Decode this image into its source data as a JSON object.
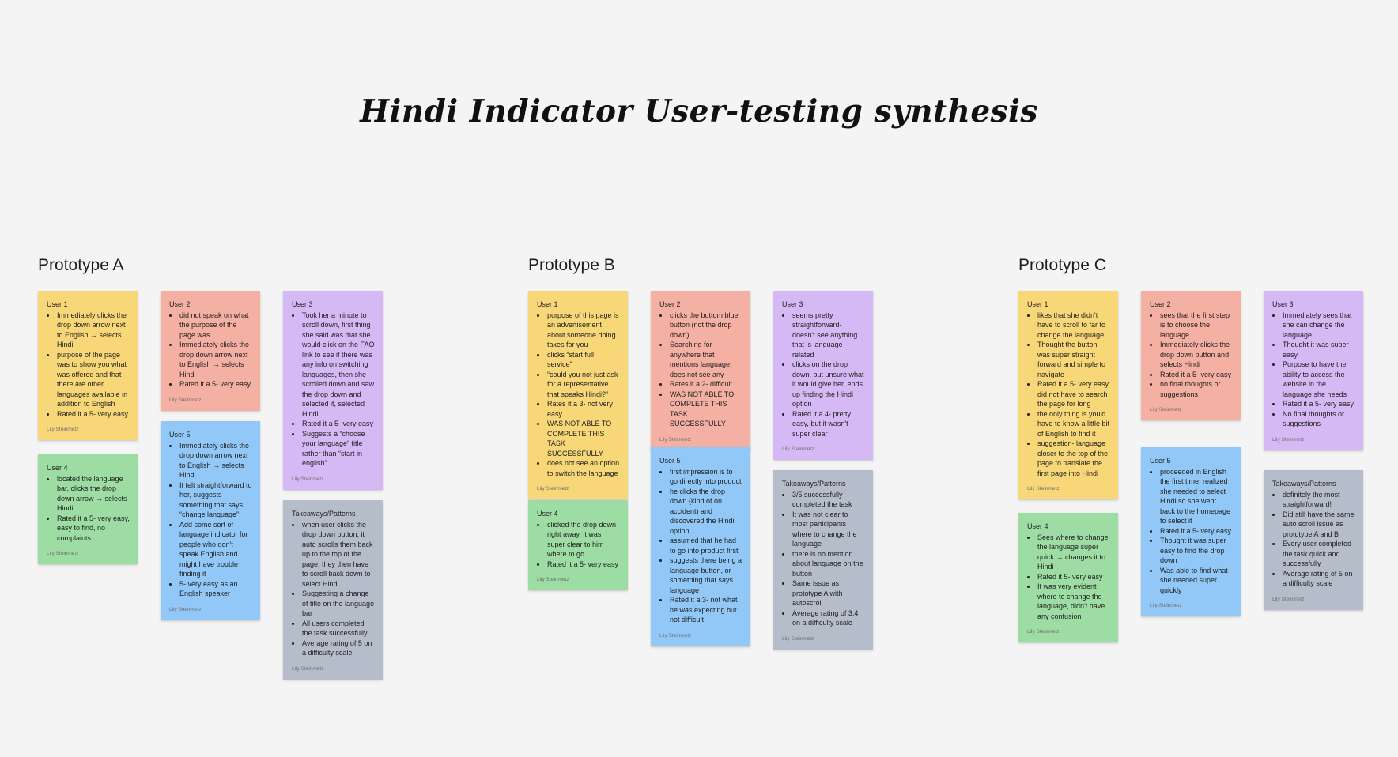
{
  "board": {
    "title": "Hindi Indicator User-testing synthesis",
    "colors": {
      "yellow": "#f8d779",
      "red": "#f4b0a2",
      "purple": "#d5b9f4",
      "green": "#9ddda4",
      "blue": "#91c8f7",
      "gray": "#b5bcca",
      "background": "#f4f4f4"
    }
  },
  "sections": [
    {
      "title": "Prototype A",
      "notes": [
        {
          "head": "User 1",
          "author": "Lily Steinmetz",
          "items": [
            "Immediately clicks the drop down arrow next to English → selects Hindi",
            "purpose of the page was to show you what was offered and that there are other languages available in addition to English",
            "Rated it a 5- very easy"
          ]
        },
        {
          "head": "User 4",
          "author": "Lily Steinmetz",
          "items": [
            "located the language bar, clicks the drop down arrow → selects Hindi",
            "Rated it a 5- very easy, easy to find, no complaints"
          ]
        },
        {
          "head": "User 2",
          "author": "Lily Steinmetz",
          "items": [
            "did not speak on what the purpose of the page was",
            "Immediately clicks the drop down arrow next to English → selects Hindi",
            "Rated it a 5- very easy"
          ]
        },
        {
          "head": "User 5",
          "author": "Lily Steinmetz",
          "items": [
            "Immediately clicks the drop down arrow next to English → selects Hindi",
            "It felt straightforward to her, suggests something that says “change language”",
            "Add some sort of language indicator for people who don't speak English and might have trouble finding it",
            "5- very easy as an English speaker"
          ]
        },
        {
          "head": "User 3",
          "author": "Lily Steinmetz",
          "items": [
            "Took her a minute to scroll down, first thing she said was that she would click on the FAQ link to see if there was any info on switching languages, then she scrolled down and saw the drop down and selected it, selected Hindi",
            "Rated it a 5- very easy",
            "Suggests a “choose your language” title rather than “start in english”"
          ]
        },
        {
          "head": "Takeaways/Patterns",
          "author": "Lily Steinmetz",
          "items": [
            "when user clicks the drop down button, it auto scrolls them back up to the top of the page, they then have to scroll back down to select Hindi",
            "Suggesting a change of title on the language bar",
            "All users completed the task successfully",
            "Average rating of 5 on a difficulty scale"
          ]
        }
      ]
    },
    {
      "title": "Prototype B",
      "notes": [
        {
          "head": "User 1",
          "author": "Lily Steinmetz",
          "items": [
            "purpose of this page is an advertisement about someone doing taxes for you",
            "clicks “start full service”",
            "“could you not just ask for a representative that speaks Hindi?”",
            "Rates it a 3- not very easy",
            "WAS NOT ABLE TO COMPLETE THIS TASK SUCCESSFULLY",
            "does not see an option to switch the language"
          ]
        },
        {
          "head": "User 4",
          "author": "Lily Steinmetz",
          "items": [
            "clicked the drop down right away, it was super clear to him where to go",
            "Rated it a 5- very easy"
          ]
        },
        {
          "head": "User 2",
          "author": "Lily Steinmetz",
          "items": [
            "clicks the bottom blue button (not the drop down)",
            "Searching for anywhere that mentions language, does not see any",
            "Rates it a 2- difficult",
            "WAS NOT ABLE TO COMPLETE THIS TASK SUCCESSFULLY"
          ]
        },
        {
          "head": "User 5",
          "author": "Lily Steinmetz",
          "items": [
            "first impression is to go directly into product",
            "he clicks the drop down (kind of on accident) and discovered the Hindi option",
            "assumed that he had to go into product first",
            "suggests there being a language button, or something that says language",
            "Rated it a 3- not what he was expecting but not difficult"
          ]
        },
        {
          "head": "User 3",
          "author": "Lily Steinmetz",
          "items": [
            "seems pretty straightforward- doesn't see anything that is language related",
            "clicks on the drop down, but unsure what it would give her, ends up finding the Hindi option",
            "Rated it a 4- pretty easy, but it wasn't super clear"
          ]
        },
        {
          "head": "Takeaways/Patterns",
          "author": "Lily Steinmetz",
          "items": [
            "3/5 successfully completed the task",
            "It was not clear to most participants where to change the language",
            "there is no mention about language on the button",
            "Same issue as prototype A with autoscroll",
            "Average rating of 3.4 on a difficulty scale"
          ]
        }
      ]
    },
    {
      "title": "Prototype C",
      "notes": [
        {
          "head": "User 1",
          "author": "Lily Steinmetz",
          "items": [
            "likes that she didn't have to scroll to far to change the language",
            "Thought the button was super straight forward and simple to navigate",
            "Rated it a 5- very easy, did not have to search the page for long",
            "the only thing is you'd have to know a little bit of English to find it",
            "suggestion- language closer to the top of the page to translate the first page into Hindi"
          ]
        },
        {
          "head": "User 4",
          "author": "Lily Steinmetz",
          "items": [
            "Sees where to change the language super quick → changes it to Hindi",
            "Rated it 5- very easy",
            "It was very evident where to change the language, didn't have any confusion"
          ]
        },
        {
          "head": "User 2",
          "author": "Lily Steinmetz",
          "items": [
            "sees that the first step is to choose the language",
            "Immediately clicks the drop down button and selects Hindi",
            "Rated it a 5- very easy",
            "no final thoughts or suggestions"
          ]
        },
        {
          "head": "User 5",
          "author": "Lily Steinmetz",
          "items": [
            "proceeded in English the first time, realized she needed to select Hindi so she went back to the homepage to select it",
            "Rated it a 5- very easy",
            "Thought it was super easy to find the drop down",
            "Was able to find what she needed super quickly"
          ]
        },
        {
          "head": "User 3",
          "author": "Lily Steinmetz",
          "items": [
            "Immediately sees that she can change the language",
            "Thought it was super easy",
            "Purpose to have the ability to access the website in the language she needs",
            "Rated it a 5- very easy",
            "No final thoughts or suggestions"
          ]
        },
        {
          "head": "Takeaways/Patterns",
          "author": "Lily Steinmetz",
          "items": [
            "definitely the most straightforward!",
            "Did still have the same auto scroll issue as prototype A and B",
            "Every user completed the task quick and successfully",
            "Average rating of 5 on a difficulty scale"
          ]
        }
      ]
    }
  ]
}
